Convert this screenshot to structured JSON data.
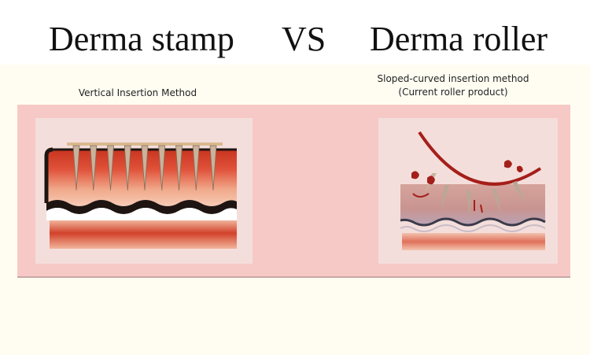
{
  "header": {
    "left_title": "Derma stamp",
    "vs": "VS",
    "right_title": "Derma roller"
  },
  "left_panel": {
    "caption": "Vertical Insertion Method",
    "needle_count": 9
  },
  "right_panel": {
    "caption_line1": "Sloped-curved insertion method",
    "caption_line2": "(Current roller product)"
  },
  "colors": {
    "band": "#f6c9c6",
    "panel": "#f4dedb",
    "skin_dark": "#b52b21",
    "skin_light": "#f1a88f",
    "wave": "#1e1512",
    "roller": "#a51f1a"
  }
}
